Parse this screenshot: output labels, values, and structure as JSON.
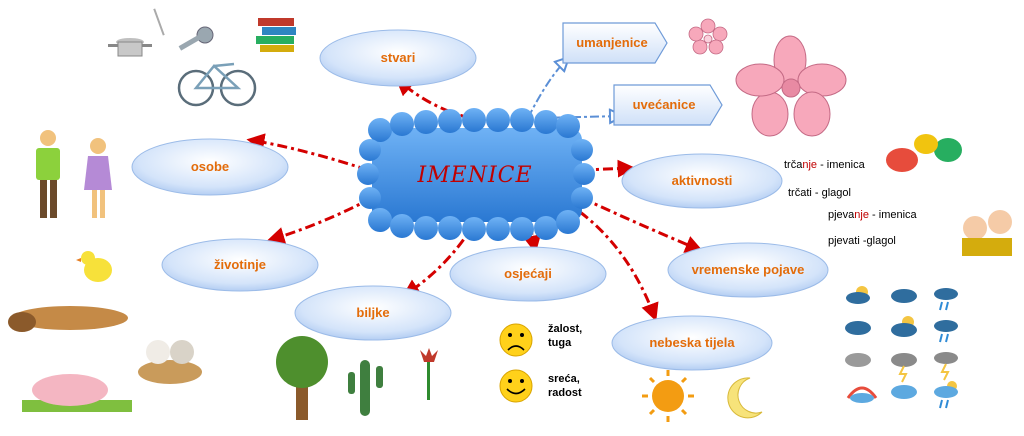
{
  "center": {
    "label": "IMENICE"
  },
  "nodes": {
    "stvari": "stvari",
    "osobe": "osobe",
    "zivotinje": "životinje",
    "biljke": "biljke",
    "osjecaji": "osjećaji",
    "aktivnosti": "aktivnosti",
    "vremenske_pojave": "vremenske pojave",
    "nebeska_tijela": "nebeska tijela",
    "umanjenice": "umanjenice",
    "uvecanice": "uvećanice"
  },
  "notes": {
    "trcanje_a": "trča",
    "trcanje_b": "nje",
    "trcanje_c": " - imenica",
    "trcati": "trčati - glagol",
    "pjevanje_a": "pjeva",
    "pjevanje_b": "nje",
    "pjevanje_c": " - imenica",
    "pjevati": "pjevati -glagol"
  },
  "emotions": {
    "sad_line1": "žalost,",
    "sad_line2": "tuga",
    "happy_line1": "sreća,",
    "happy_line2": "radost"
  },
  "colors": {
    "cloud": "#3d8fe0",
    "ellipse": "#c9dcf7",
    "arrow_red": "#d40000",
    "arrow_blue": "#5b8fd6",
    "label": "#e36c0a"
  }
}
